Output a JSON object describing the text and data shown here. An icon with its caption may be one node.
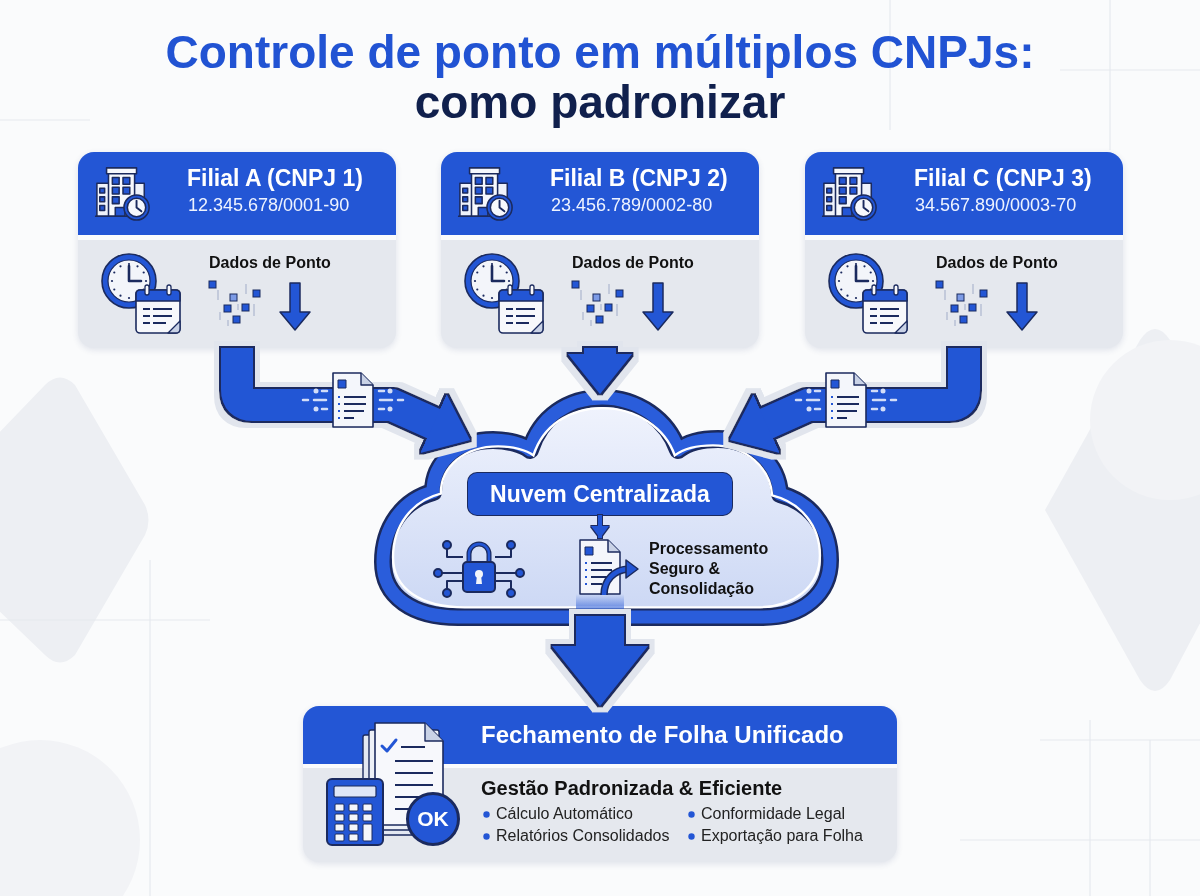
{
  "diagram": {
    "title": "Controle de ponto em múltiplos CNPJs: como padronizar",
    "nodes": [
      {
        "text": [
          "Filial A (CNPJ 1)",
          "12.345.678/0001-90",
          "Dados de Ponto"
        ]
      },
      {
        "text": [
          "Filial B (CNPJ 2)",
          "23.456.789/0002-80",
          "Dados de Ponto"
        ]
      },
      {
        "text": [
          "Filial C (CNPJ 3)",
          "34.567.890/0003-70",
          "Dados de Ponto"
        ]
      },
      {
        "text": [
          "Processamento Seguro & Consolidação"
        ]
      },
      {
        "text": [
          "Nuvem Centralizada"
        ],
        "in": 3
      },
      {
        "text": [],
        "shape": "picture",
        "in": 3
      },
      {
        "text": [
          "Fechamento de Folha Unificado",
          "Gestão Padronizada & Eficiente",
          "Cálculo Automático",
          "Conformidade Legal",
          "Relatórios Consolidados",
          "Exportação para Folha",
          "OK"
        ]
      }
    ],
    "edges": [
      {
        "from": 0,
        "to": 3,
        "arrow": "to",
        "style": "thick"
      },
      {
        "from": 1,
        "to": 3,
        "arrow": "to",
        "style": "thick"
      },
      {
        "from": 2,
        "to": 3,
        "arrow": "to",
        "style": "thick"
      },
      {
        "from": 4,
        "to": 5,
        "arrow": "to"
      },
      {
        "from": 3,
        "to": 6,
        "arrow": "to",
        "style": "thick"
      }
    ]
  }
}
